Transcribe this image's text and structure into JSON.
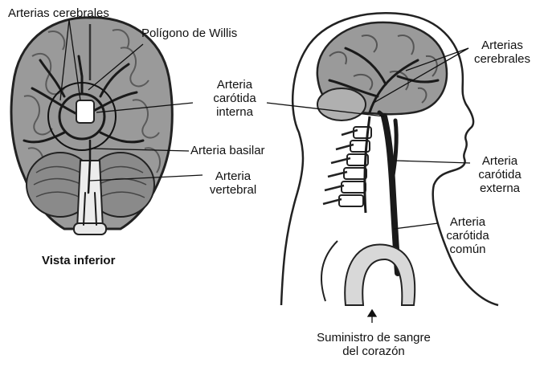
{
  "labels": {
    "arterias_cerebrales_left": "Arterias cerebrales",
    "poligono_willis": "Polígono de Willis",
    "carotida_interna": [
      "Arteria",
      "carótida",
      "interna"
    ],
    "arteria_basilar": "Arteria basilar",
    "arteria_vertebral": [
      "Arteria",
      "vertebral"
    ],
    "vista_inferior": "Vista inferior",
    "arterias_cerebrales_right": [
      "Arterias",
      "cerebrales"
    ],
    "carotida_externa": [
      "Arteria",
      "carótida",
      "externa"
    ],
    "carotida_comun": [
      "Arteria",
      "carótida",
      "común"
    ],
    "suministro": [
      "Suministro de sangre",
      "del corazón"
    ]
  },
  "colors": {
    "brain_fill": "#9a9a9a",
    "brain_dark": "#5a5a5a",
    "artery": "#1a1a1a",
    "outline": "#222222",
    "light_fill": "#d8d8d8"
  }
}
